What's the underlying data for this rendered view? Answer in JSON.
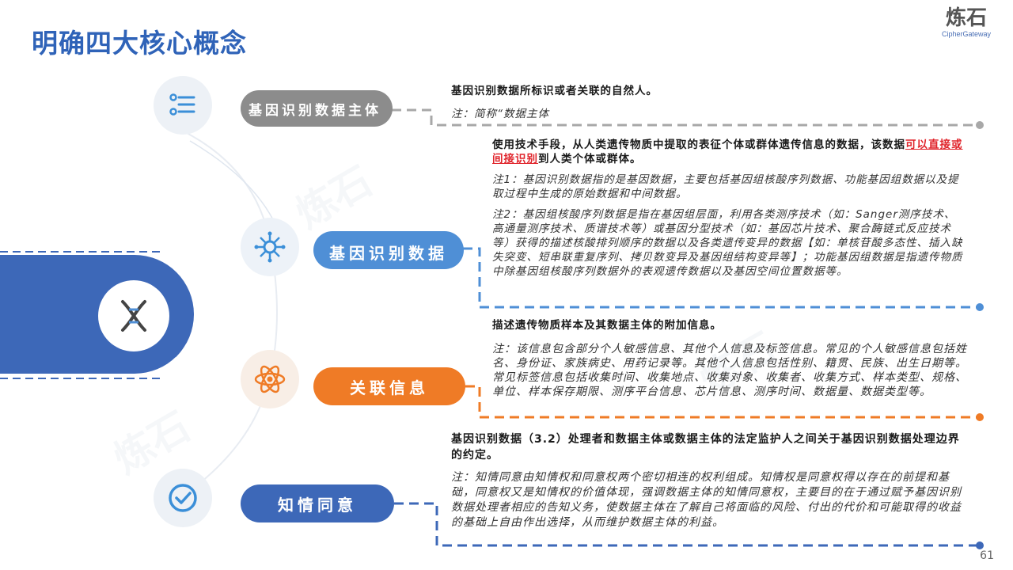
{
  "page": {
    "title": "明确四大核心概念",
    "page_number": "61"
  },
  "logo": {
    "name_cn": "炼石",
    "name_en": "CipherGateway"
  },
  "watermark_text": "炼石",
  "colors": {
    "primary_blue": "#3d68b8",
    "gray": "#8c8c8c",
    "light_blue": "#4f8fd6",
    "orange": "#ef7b26",
    "red_highlight": "#e0242b"
  },
  "concepts": [
    {
      "label": "基因识别数据主体",
      "icon": "list-icon",
      "definition": "基因识别数据所标识或者关联的自然人。",
      "note": "注：简称“数据主体"
    },
    {
      "label": "基因识别数据",
      "icon": "molecule-icon",
      "definition_pre": "使用技术手段，从人类遗传物质中提取的表征个体或群体遗传信息的数据，该数据",
      "definition_highlight": "可以直接或间接识别",
      "definition_post": "到人类个体或群体。",
      "note1": "注1：基因识别数据指的是基因数据，主要包括基因组核酸序列数据、功能基因组数据以及提取过程中生成的原始数据和中间数据。",
      "note2": "注2：基因组核酸序列数据是指在基因组层面，利用各类测序技术（如：Sanger测序技术、高通量测序技术、质谱技术等）或基因分型技术（如：基因芯片技术、聚合酶链式反应技术等）获得的描述核酸排列顺序的数据以及各类遗传变异的数据【如：单核苷酸多态性、插入缺失突变、短串联重复序列、拷贝数变异及基因组结构变异等】；功能基因组数据是指遗传物质中除基因组核酸序列数据外的表观遗传数据以及基因空间位置数据等。"
    },
    {
      "label": "关联信息",
      "icon": "atom-icon",
      "definition": "描述遗传物质样本及其数据主体的附加信息。",
      "note": "注：该信息包含部分个人敏感信息、其他个人信息及标签信息。常见的个人敏感信息包括姓名、身份证、家族病史、用药记录等。其他个人信息包括性别、籍贯、民族、出生日期等。常见标签信息包括收集时间、收集地点、收集对象、收集者、收集方式、样本类型、规格、单位、样本保存期限、测序平台信息、芯片信息、测序时间、数据量、数据类型等。"
    },
    {
      "label": "知情同意",
      "icon": "check-icon",
      "definition": "基因识别数据（3.2）处理者和数据主体或数据主体的法定监护人之间关于基因识别数据处理边界的约定。",
      "note": "注：知情同意由知情权和同意权两个密切相连的权利组成。知情权是同意权得以存在的前提和基础，同意权又是知情权的价值体现，强调数据主体的知情同意权，主要目的在于通过赋予基因识别数据处理者相应的告知义务，使数据主体在了解自己将面临的风险、付出的代价和可能取得的收益的基础上自由作出选择，从而维护数据主体的利益。"
    }
  ]
}
